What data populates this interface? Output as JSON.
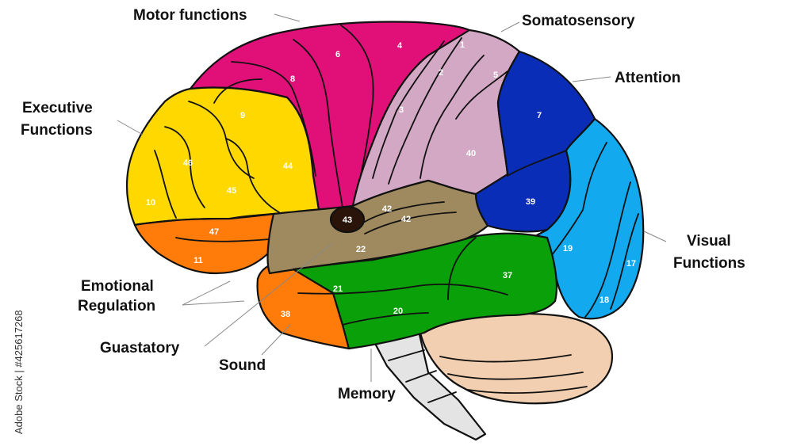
{
  "labels": {
    "motor": "Motor functions",
    "somatosensory": "Somatosensory",
    "attention": "Attention",
    "executive_1": "Executive",
    "executive_2": "Functions",
    "visual_1": "Visual",
    "visual_2": "Functions",
    "emotional_1": "Emotional",
    "emotional_2": "Regulation",
    "guastatory": "Guastatory",
    "sound": "Sound",
    "memory": "Memory"
  },
  "areas": {
    "a1": "1",
    "a2": "2",
    "a3": "3",
    "a4": "4",
    "a5": "5",
    "a6": "6",
    "a7": "7",
    "a8": "8",
    "a9": "9",
    "a10": "10",
    "a11": "11",
    "a17": "17",
    "a18": "18",
    "a19": "19",
    "a20": "20",
    "a21": "21",
    "a22": "22",
    "a37": "37",
    "a38": "38",
    "a39": "39",
    "a40": "40",
    "a42a": "42",
    "a42b": "42",
    "a43": "43",
    "a44": "44",
    "a45": "45",
    "a46": "46",
    "a47": "47"
  },
  "watermark": "Adobe Stock | #425617268",
  "colors": {
    "motor": "#e10f78",
    "somatosensory": "#d3a8c4",
    "attention": "#0a2db8",
    "visual": "#12a9ef",
    "executive": "#ffd800",
    "orbital": "#ff7b0a",
    "auditory": "#9e8a5e",
    "temporal": "#0aa00a",
    "cerebellum": "#f1cfb0",
    "brainstem": "#e4e4e4",
    "area43": "#2a140a"
  }
}
